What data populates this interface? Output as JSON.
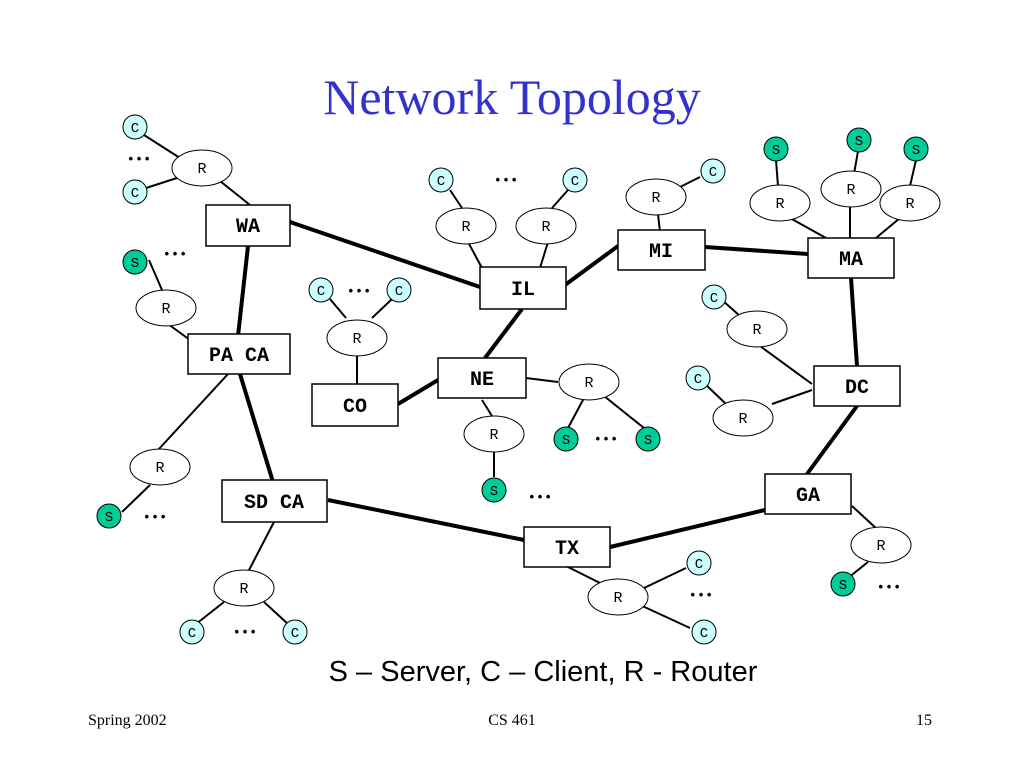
{
  "slide": {
    "title": "Network Topology",
    "legend": "S – Server, C – Client, R - Router",
    "footer_left": "Spring 2002",
    "footer_center": "CS 461",
    "footer_right": "15"
  },
  "node_labels": {
    "client": "C",
    "server": "S",
    "router": "R",
    "ellipsis": "• • •"
  },
  "sites": {
    "wa": "WA",
    "pa_ca": "PA CA",
    "sd_ca": "SD CA",
    "il": "IL",
    "mi": "MI",
    "ma": "MA",
    "ne": "NE",
    "co": "CO",
    "dc": "DC",
    "ga": "GA",
    "tx": "TX"
  },
  "colors": {
    "title": "#3333cc",
    "client_fill": "#ccffff",
    "server_fill": "#00cc99",
    "router_fill": "#ffffff",
    "line": "#000000"
  }
}
